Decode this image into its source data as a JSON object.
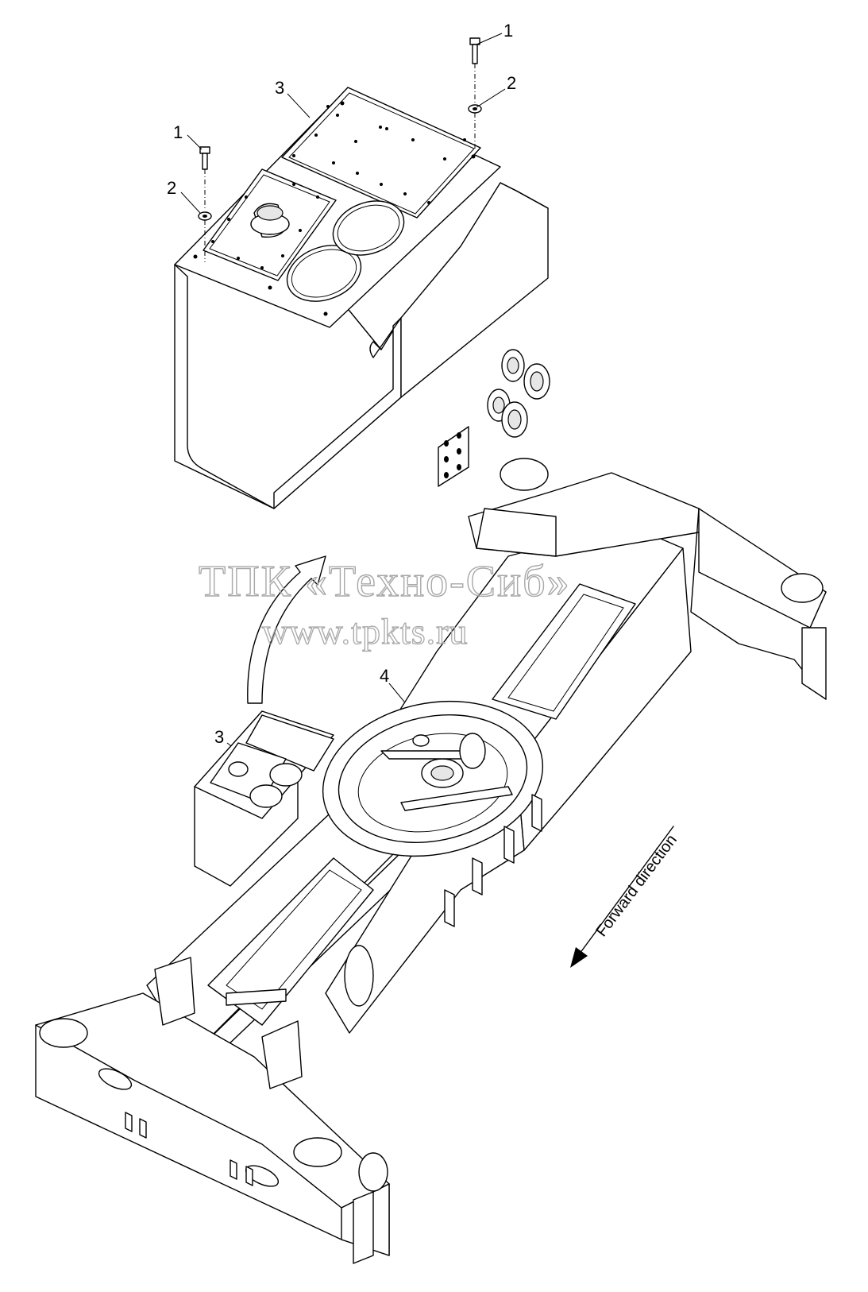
{
  "callouts": {
    "bolt_top_right": "1",
    "washer_top_right": "2",
    "tank_top": "3",
    "bolt_top_left": "1",
    "washer_top_left": "2",
    "frame": "4",
    "tank_bottom": "3"
  },
  "watermark": {
    "line1": "ТПК «Техно-Сиб»",
    "line2": "www.tpkts.ru"
  },
  "direction_label": "Forward direction"
}
